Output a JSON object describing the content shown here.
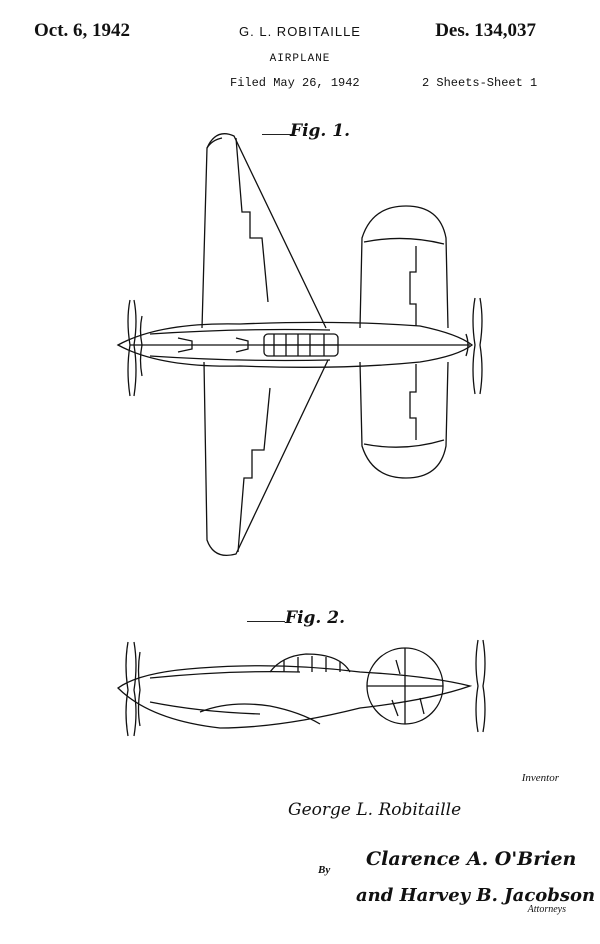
{
  "header": {
    "date": "Oct. 6, 1942",
    "inventor_name": "G. L. ROBITAILLE",
    "patent_number": "Des. 134,037",
    "title": "AIRPLANE",
    "filed": "Filed May 26, 1942",
    "sheets": "2 Sheets-Sheet 1"
  },
  "figures": {
    "fig1_label": "Fig. 1.",
    "fig2_label": "Fig. 2."
  },
  "signature_block": {
    "inventor_label": "Inventor",
    "inventor_signature": "George L. Robitaille",
    "by_label": "By",
    "attorney_signature_1": "Clarence A. O'Brien",
    "attorney_signature_2": "and Harvey B. Jacobson",
    "attorneys_label": "Attorneys"
  }
}
